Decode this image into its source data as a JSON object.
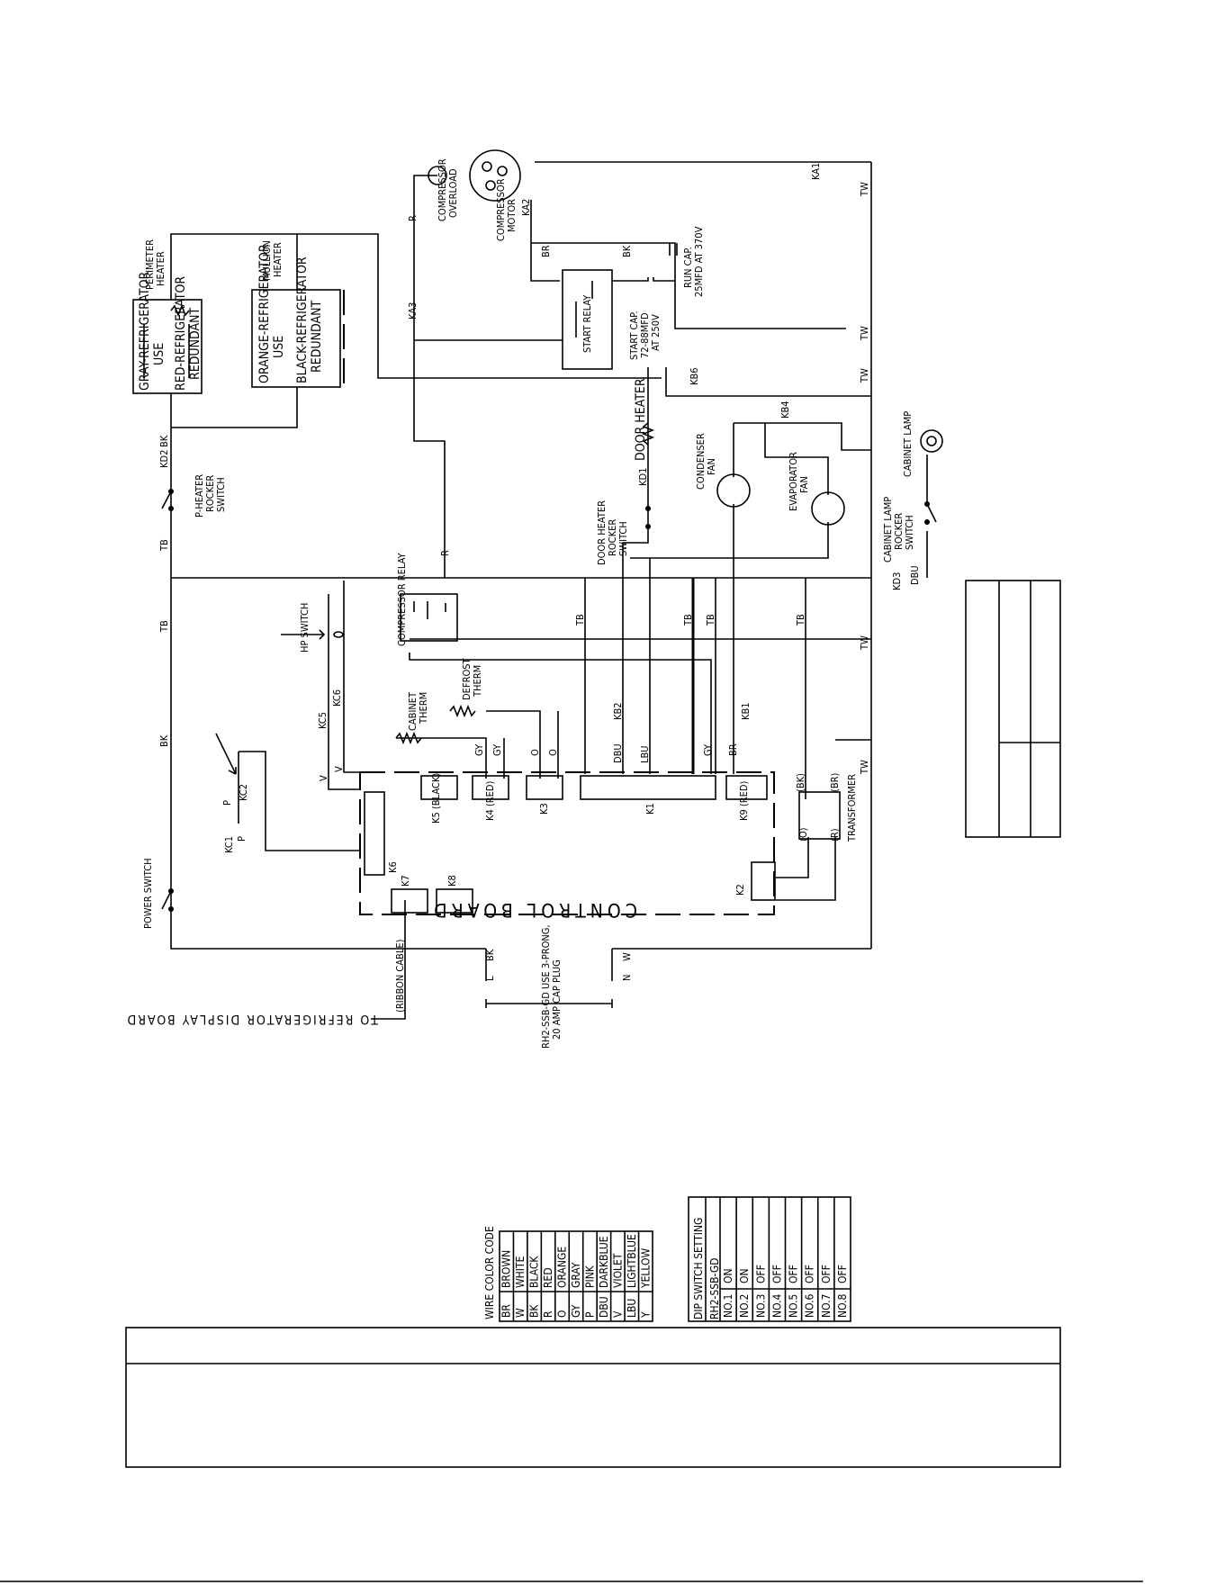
{
  "heaters": {
    "perimeter_heater": [
      "PERIMETER",
      "HEATER"
    ],
    "perimeter_box": [
      "GRAY-REFRIGERATOR",
      "USE",
      "RED-REFRIGERATOR",
      "REDUNDANT"
    ],
    "mullion_heater": [
      "MULLION",
      "HEATER"
    ],
    "mullion_box": [
      "ORANGE-REFRIGERATOR",
      "USE",
      "BLACK-REFRIGERATOR",
      "REDUNDANT"
    ]
  },
  "components": {
    "compressor_overload": [
      "COMPRESSOR",
      "OVERLOAD"
    ],
    "compressor_motor": [
      "COMPRESSOR",
      "MOTOR"
    ],
    "start_relay": "START RELAY",
    "start_cap": [
      "START CAP.",
      "72-88MFD",
      "AT 250V"
    ],
    "run_cap": [
      "RUN CAP.",
      "25MFD AT 370V"
    ],
    "door_heater": "DOOR HEATER",
    "door_heater_switch": [
      "DOOR HEATER",
      "ROCKER",
      "SWITCH"
    ],
    "condenser_fan": [
      "CONDENSER",
      "FAN"
    ],
    "evaporator_fan": [
      "EVAPORATOR",
      "FAN"
    ],
    "cabinet_lamp": "CABINET LAMP",
    "cabinet_lamp_switch": [
      "CABINET LAMP",
      "ROCKER",
      "SWITCH"
    ],
    "p_heater_switch": [
      "P-HEATER",
      "ROCKER",
      "SWITCH"
    ],
    "hp_switch": "HP SWITCH",
    "compressor_relay": "COMPRESSOR RELAY",
    "cabinet_therm": [
      "CABINET",
      "THERM"
    ],
    "defrost_therm": [
      "DEFROST",
      "THERM"
    ],
    "transformer": "TRANSFORMER",
    "power_switch": "POWER SWITCH",
    "control_board": "CONTROL BOARD",
    "ribbon_cable": "(RIBBON CABLE)",
    "to_display": "TO REFRIGERATOR DISPLAY BOARD",
    "plug": [
      "RH2-SSB-GD USE 3-PRONG,",
      "20 AMP CAP PLUG"
    ]
  },
  "connectors": {
    "K5": "K5 (BLACK)",
    "K4": "K4 (RED)",
    "K3": "K3",
    "K1": "K1",
    "K9": "K9 (RED)",
    "K6": "K6",
    "K7": "K7",
    "K8": "K8",
    "K2": "K2"
  },
  "wire_labels": {
    "KA1": "KA1",
    "KA2": "KA2",
    "KA3": "KA3",
    "KB1": "KB1",
    "KB2": "KB2",
    "KB4": "KB4",
    "KB6": "KB6",
    "KC1": "KC1",
    "KC2": "KC2",
    "KC5": "KC5",
    "KC6": "KC6",
    "KD1": "KD1",
    "KD2": "KD2",
    "KD3": "KD3",
    "BK": "BK",
    "BR": "BR",
    "R": "R",
    "TB": "TB",
    "TW": "TW",
    "GY": "GY",
    "O": "O",
    "DBU": "DBU",
    "LBU": "LBU",
    "V": "V",
    "P": "P",
    "W": "W",
    "L": "L",
    "N": "N",
    "BKO": "(BK)",
    "BRO": "(BR)",
    "ORA": "(O)",
    "RO": "(R)"
  },
  "wire_color_code": {
    "title": "WIRE COLOR CODE",
    "rows": [
      [
        "BR",
        "BROWN"
      ],
      [
        "W",
        "WHITE"
      ],
      [
        "BK",
        "BLACK"
      ],
      [
        "R",
        "RED"
      ],
      [
        "O",
        "ORANGE"
      ],
      [
        "GY",
        "GRAY"
      ],
      [
        "P",
        "PINK"
      ],
      [
        "DBU",
        "DARKBLUE"
      ],
      [
        "V",
        "VIOLET"
      ],
      [
        "LBU",
        "LIGHTBLUE"
      ],
      [
        "Y",
        "YELLOW"
      ]
    ]
  },
  "dip_switch": {
    "title": "DIP SWITCH SETTING",
    "model": "RH2-SSB-GD",
    "rows": [
      [
        "NO.1",
        "ON"
      ],
      [
        "NO.2",
        "ON"
      ],
      [
        "NO.3",
        "OFF"
      ],
      [
        "NO.4",
        "OFF"
      ],
      [
        "NO.5",
        "OFF"
      ],
      [
        "NO.6",
        "OFF"
      ],
      [
        "NO.7",
        "OFF"
      ],
      [
        "NO.8",
        "OFF"
      ]
    ]
  }
}
